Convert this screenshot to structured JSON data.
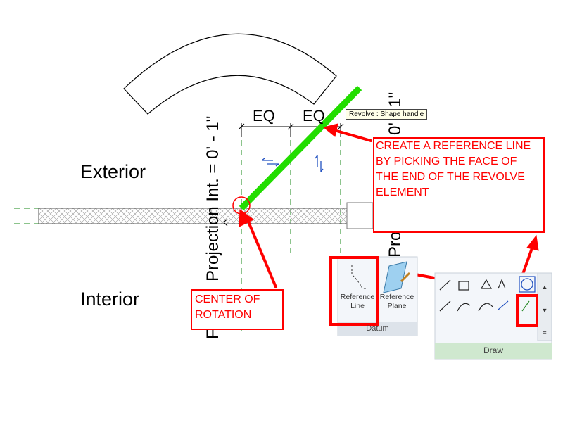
{
  "labels": {
    "exterior": "Exterior",
    "interior": "Interior",
    "eq_left": "EQ",
    "eq_right": "EQ",
    "projection_left": "Projection Int. = 0' - 1\"",
    "projection_left_prefix": "F",
    "projection_right": "Proj",
    "projection_right_tail": "0' - 1\""
  },
  "tooltip": "Revolve : Shape handle",
  "callouts": {
    "reference": "CREATE A REFERENCE LINE BY PICKING THE FACE OF THE END OF THE REVOLVE ELEMENT",
    "center": "CENTER OF ROTATION"
  },
  "ribbon": {
    "datum_panel": "Datum",
    "reference_line": "Reference Line",
    "reference_plane": "Reference Plane",
    "draw_panel": "Draw"
  },
  "colors": {
    "annotation_red": "#ff0000",
    "shape_handle_green": "#22dd00",
    "dimension_line": "#000000",
    "reference_plane_green": "#008000"
  },
  "icons": {
    "flip_horizontal": "flip-horizontal-icon",
    "flip_vertical": "flip-vertical-icon",
    "pick_lines": "pick-lines-icon"
  }
}
